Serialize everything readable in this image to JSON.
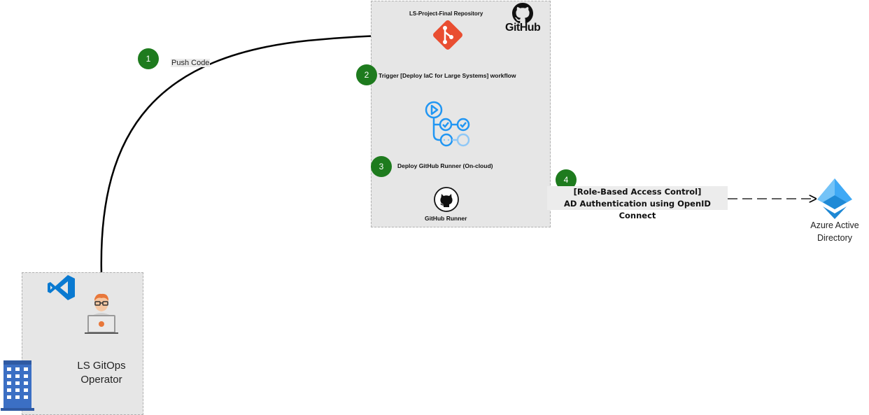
{
  "github_panel": {
    "repo_title": "LS-Project-Final Repository",
    "brand": "GitHub",
    "trigger_text": "Trigger [Deploy IaC for Large Systems] workflow",
    "deploy_text": "Deploy GitHub Runner (On-cloud)",
    "runner_label": "GitHub Runner"
  },
  "operator_panel": {
    "label_line1": "LS GitOps",
    "label_line2": "Operator"
  },
  "push_label": "Push Code",
  "auth_label": {
    "line1": "[Role-Based Access Control]",
    "line2": "AD Authentication using OpenID Connect"
  },
  "azure": {
    "line1": "Azure Active",
    "line2": "Directory"
  },
  "steps": [
    "1",
    "2",
    "3",
    "4"
  ],
  "colors": {
    "step_green": "#1e7b1e",
    "git_red": "#e94e31",
    "workflow_blue": "#2196f3",
    "azure_blue": "#3fa9f5",
    "vscode_blue": "#0a7ad1",
    "panel_gray": "#e6e6e6"
  },
  "icons": [
    "git-icon",
    "github-logo-icon",
    "workflow-icon",
    "github-runner-icon",
    "vscode-icon",
    "developer-icon",
    "office-building-icon",
    "azure-ad-icon"
  ]
}
